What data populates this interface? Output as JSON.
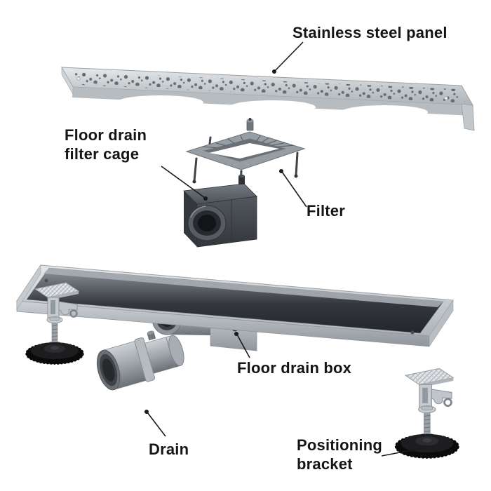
{
  "diagram": {
    "labels": {
      "panel": "Stainless steel panel",
      "filter_cage_line1": "Floor drain",
      "filter_cage_line2": "filter cage",
      "filter": "Filter",
      "drain_box": "Floor drain box",
      "drain": "Drain",
      "bracket_line1": "Positioning",
      "bracket_line2": "bracket"
    },
    "colors": {
      "background": "#ffffff",
      "label_text": "#151515",
      "leader_line": "#1a1a1a",
      "steel_light": "#e6e9eb",
      "steel_mid": "#aeb4b9",
      "dark_component": "#41464c",
      "foot_black": "#0b0b0c"
    }
  }
}
